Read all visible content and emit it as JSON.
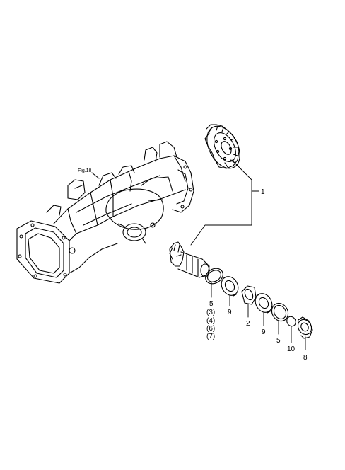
{
  "diagram": {
    "figure_ref": "Fig.18",
    "callouts": {
      "c1": "1",
      "c2": "2",
      "c5a": "5",
      "c3": "(3)",
      "c4": "(4)",
      "c6": "(6)",
      "c7": "(7)",
      "c9a": "9",
      "c9b": "9",
      "c5b": "5",
      "c10": "10",
      "c8": "8"
    },
    "line_color": "#000000",
    "background": "#ffffff"
  }
}
